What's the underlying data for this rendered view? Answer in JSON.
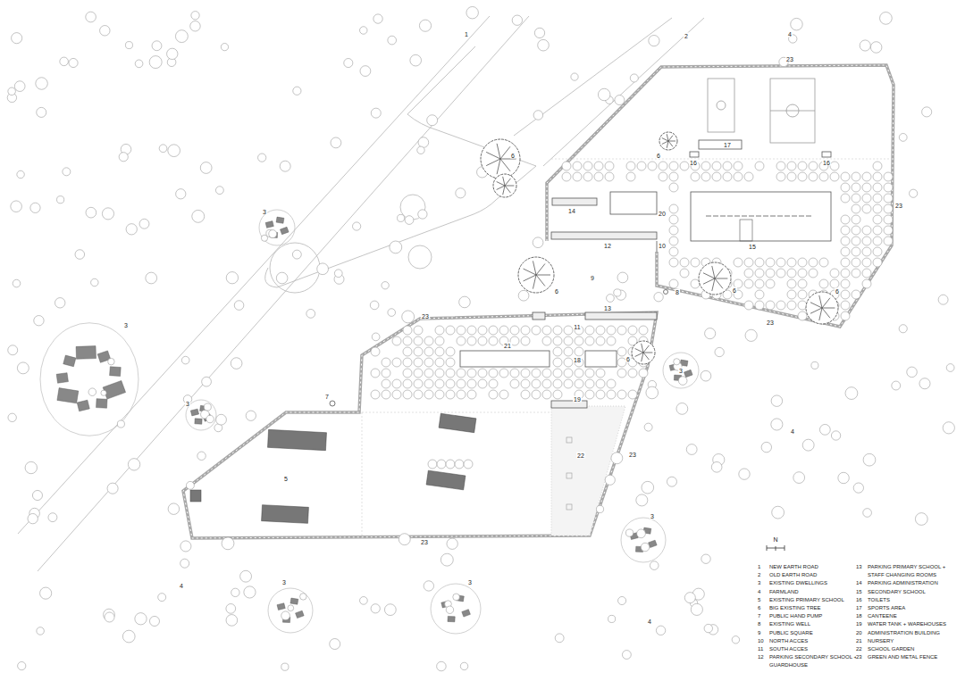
{
  "diagram": {
    "labels": [
      "1",
      "2",
      "4",
      "23",
      "3",
      "6",
      "6",
      "17",
      "16",
      "16",
      "14",
      "20",
      "23",
      "12",
      "10",
      "15",
      "9",
      "6",
      "6",
      "6",
      "8",
      "23",
      "13",
      "23",
      "3",
      "11",
      "21",
      "18",
      "6",
      "3",
      "7",
      "3",
      "19",
      "4",
      "22",
      "23",
      "5",
      "3",
      "23",
      "4",
      "3",
      "3",
      "4",
      "N",
      "1",
      "2",
      "3",
      "4",
      "5",
      "6",
      "7",
      "8",
      "9",
      "10",
      "11",
      "12",
      "13",
      "14",
      "15",
      "16",
      "17",
      "18",
      "19",
      "20",
      "21",
      "22",
      "23"
    ],
    "legend": [
      {
        "text": "NEW EARTH ROAD"
      },
      {
        "text": "OLD EARTH ROAD"
      },
      {
        "text": "EXISTING DWELLINGS"
      },
      {
        "text": "FARMLAND"
      },
      {
        "text": "EXISTING PRIMARY SCHOOL"
      },
      {
        "text": "BIG EXISTING TREE"
      },
      {
        "text": "PUBLIC HAND PUMP"
      },
      {
        "text": "EXISTING WELL"
      },
      {
        "text": "PUBLIC SQUARE"
      },
      {
        "text": "NORTH ACCES"
      },
      {
        "text": "SOUTH ACCES"
      },
      {
        "text": "PARKING SECONDARY SCHOOL + GUARDHOUSE"
      },
      {
        "text": "PARKING PRIMARY SCHOOL + STAFF CHANGING ROOMS"
      },
      {
        "text": "PARKING ADMINISTRATION"
      },
      {
        "text": "SECONDARY SCHOOL"
      },
      {
        "text": "TOILETS"
      },
      {
        "text": "SPORTS AREA"
      },
      {
        "text": "CANTEENE"
      },
      {
        "text": "WATER TANK + WAREHOUSES"
      },
      {
        "text": "ADMINISTRATION BUILDING"
      },
      {
        "text": "NURSERY"
      },
      {
        "text": "SCHOOL GARDEN"
      },
      {
        "text": "GREEN AND METAL FENCE"
      }
    ]
  }
}
